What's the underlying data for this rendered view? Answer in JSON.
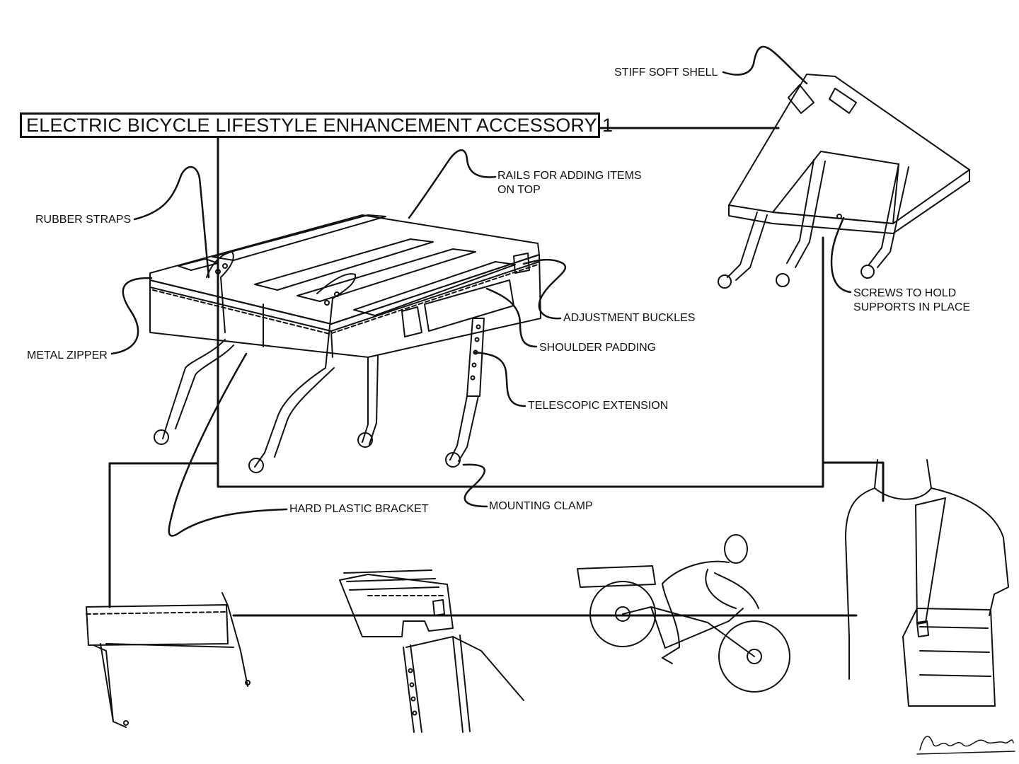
{
  "title": "ELECTRIC BICYCLE LIFESTYLE ENHANCEMENT ACCESSORY 1",
  "callouts": {
    "rubber_straps": "RUBBER STRAPS",
    "metal_zipper": "METAL ZIPPER",
    "rails": [
      "RAILS FOR ADDING ITEMS",
      "ON TOP"
    ],
    "adjustment_buckles": "ADJUSTMENT BUCKLES",
    "shoulder_padding": "SHOULDER PADDING",
    "telescopic_extension": "TELESCOPIC EXTENSION",
    "mounting_clamp": "MOUNTING CLAMP",
    "hard_plastic_bracket": "HARD PLASTIC BRACKET",
    "stiff_soft_shell": "STIFF SOFT SHELL",
    "screws": [
      "SCREWS TO HOLD",
      "SUPPORTS IN PLACE"
    ]
  },
  "signature": "Anthony Grzywacz",
  "colors": {
    "ink": "#111111",
    "paper": "#ffffff"
  }
}
